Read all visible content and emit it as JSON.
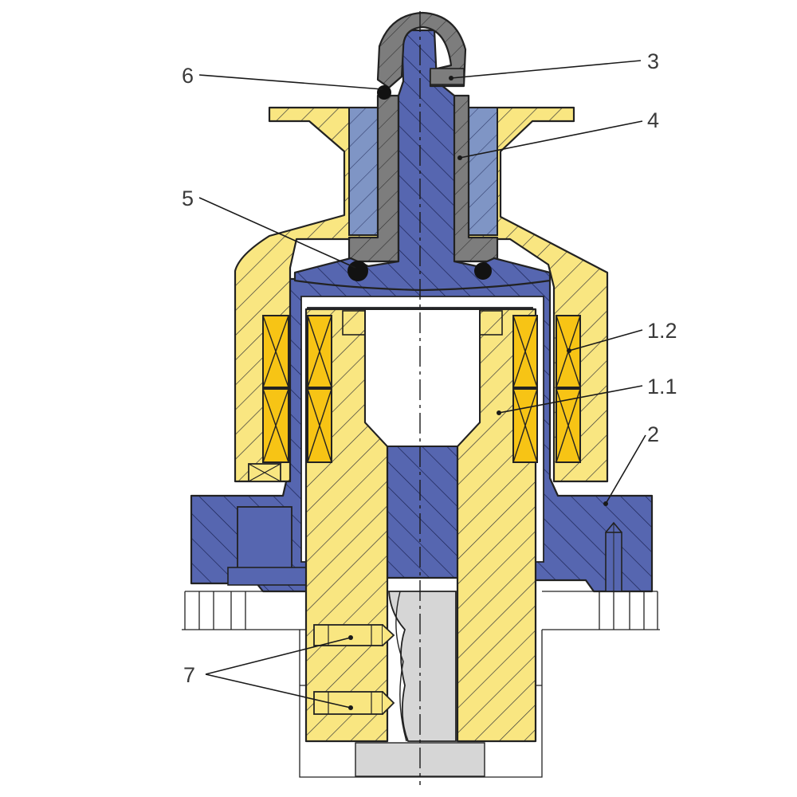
{
  "colors": {
    "housing_yellow": "#f9e681",
    "rotor_blue": "#5666b0",
    "sleeve_blue": "#7f95c5",
    "cap_gray": "#7d7d7d",
    "core_gray": "#d6d6d6",
    "coil_gold": "#f7c415",
    "seal_black": "#121212"
  },
  "labels": {
    "l3": "3",
    "l4": "4",
    "l6": "6",
    "l5": "5",
    "l12": "1.2",
    "l11": "1.1",
    "l2": "2",
    "l7": "7"
  }
}
